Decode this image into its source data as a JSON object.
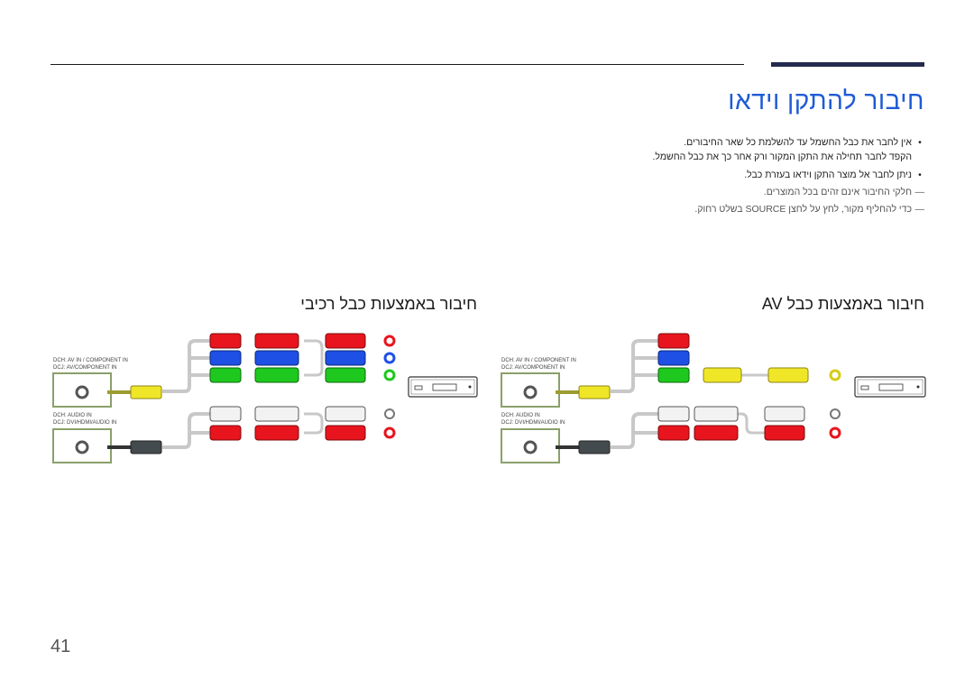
{
  "header": {
    "title": "חיבור להתקן וידאו"
  },
  "notes": [
    {
      "bullet": "•",
      "text": "אין לחבר את כבל החשמל עד להשלמת כל שאר החיבורים."
    },
    {
      "bullet": "",
      "text": "הקפד לחבר תחילה את התקן המקור ורק אחר כך את כבל החשמל."
    },
    {
      "bullet": "•",
      "text": "ניתן לחבר אל מוצר התקן וידאו בעזרת כבל."
    },
    {
      "bullet": "―",
      "text": "חלקי החיבור אינם זהים בכל המוצרים."
    },
    {
      "bullet": "―",
      "text": "כדי להחליף מקור, לחץ על לחצן SOURCE בשלט רחוק."
    }
  ],
  "sections": {
    "av": {
      "title": "חיבור באמצעות כבל AV"
    },
    "component": {
      "title": "חיבור באמצעות כבל רכיבי"
    }
  },
  "diagrams": {
    "av": {
      "port1": {
        "line1": "DCH: AV IN / COMPONENT IN",
        "line2": "DCJ: AV/COMPONENT IN"
      },
      "port2": {
        "line1": "DCH: AUDIO IN",
        "line2": "DCJ: DVI/HDMI/AUDIO IN"
      }
    },
    "component": {
      "port1": {
        "line1": "DCH: AV IN / COMPONENT IN",
        "line2": "DCJ: AV/COMPONENT IN"
      },
      "port2": {
        "line1": "DCH: AUDIO IN",
        "line2": "DCJ: DVI/HDMI/AUDIO IN"
      }
    }
  },
  "colors": {
    "accent_title": "#1e5bd6",
    "header_bar": "#232a4e",
    "port_box": "#8aa06a",
    "red": "#e8141e",
    "green": "#1ec81e",
    "blue": "#1e50e6",
    "yellow": "#f0e628",
    "white": "#f2f2f2",
    "dark_plug": "#444b4f"
  },
  "footer": {
    "page_number": "41"
  }
}
